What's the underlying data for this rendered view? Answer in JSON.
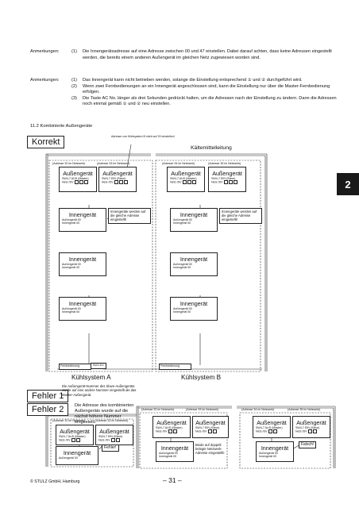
{
  "notes1": {
    "label": "Anmerkungen:",
    "items": [
      {
        "num": "(1)",
        "text": "Die Innengerätsadresse auf eine Adresse zwischen 00 und 47 einstellen. Dabei darauf achten, dass keine Adressen eingestellt werden, die bereits einem anderen Außengerät im gleichen Netz zugewiesen worden sind."
      }
    ]
  },
  "notes2": {
    "label": "Anmerkungen:",
    "items": [
      {
        "num": "(1)",
        "text": "Das Innengerät kann nicht betrieben werden, solange die Einstellung entsprechend ① und ② durchgeführt wird."
      },
      {
        "num": "(2)",
        "text": "Wenn zwei Fernbedienungen an ein Innengerät angeschlossen sind, kann die Einstellung nur über die Master-Fernbedienung erfolgen."
      },
      {
        "num": "(3)",
        "text": "Die Taste AC No. länger als drei Sekunden gedrückt halten, um die Adressen nach der Einstellung zu ändern. Dann die Adressen noch einmal gemäß ① und ② neu einstellen."
      }
    ]
  },
  "section_title": "11.2 Kombinierte Außengeräte",
  "side_tab": "2",
  "korrekt": {
    "label": "Korrekt",
    "top_note": "Adresse von Kühlsystem B nicht auf 33 einstellen!",
    "pipe_label": "Kältemittelleitung",
    "system_a": "Kühlsystem A",
    "system_b": "Kühlsystem B",
    "outdoor_a1_addr": "(Adresse 32 im Netzwerk)",
    "outdoor_a2_addr": "(Adresse 33 im Netzwerk)",
    "outdoor_b1_addr": "(Adresse 34 im Netzwerk)",
    "outdoor_b2_addr": "(Adresse 35 im Netzwerk)",
    "outdoor_title": "Außengerät",
    "master_label": "SW4-7 AUS (Master)",
    "slave_label": "SW4-7 EIN (Slave)",
    "netz_label": "Netz-/DV",
    "indoor_title": "Innengerät",
    "indoor_sub1": "Außengerät 00",
    "indoor_sub2": "Innengerät 00",
    "callout_same": "Innengeräte werden auf die gleiche Adresse eingestellt!",
    "remote_a": "Fernbedienung",
    "remote_b": "Fernbedienung",
    "bus_label": "BUS-DV"
  },
  "fehler1": {
    "label": "Fehler 1",
    "desc": "Die Außengerät-Nummer des Slave-Außengeräts wurde auf eine andere Nummer eingestellt als das Master-Außengerät.",
    "outdoor1_addr": "(Adresse 32 im Netzwerk)",
    "outdoor2_addr": "(Adresse 33 im Netzwerk)",
    "error_tag": "Fehler!"
  },
  "fehler2": {
    "label": "Fehler 2",
    "desc": "Die Adresse des kombinierten Außengeräts wurde auf die nächst höhere Nummer eingestellt.",
    "addr1": "(Adresse 32 im Netzwerk)",
    "addr2": "(Adresse 33 im Netzwerk)",
    "addr3": "(Adresse 34 im Netzwerk)",
    "addr4": "(Adresse 35 im Netzwerk)",
    "both_note": "Beide auf doppelt belegte Netzwerk-Adresse eingestellt!",
    "wrong_tag": "Falsch!"
  },
  "footer": {
    "company": "© STULZ GmbH, Hamburg",
    "page": "– 31 –"
  }
}
